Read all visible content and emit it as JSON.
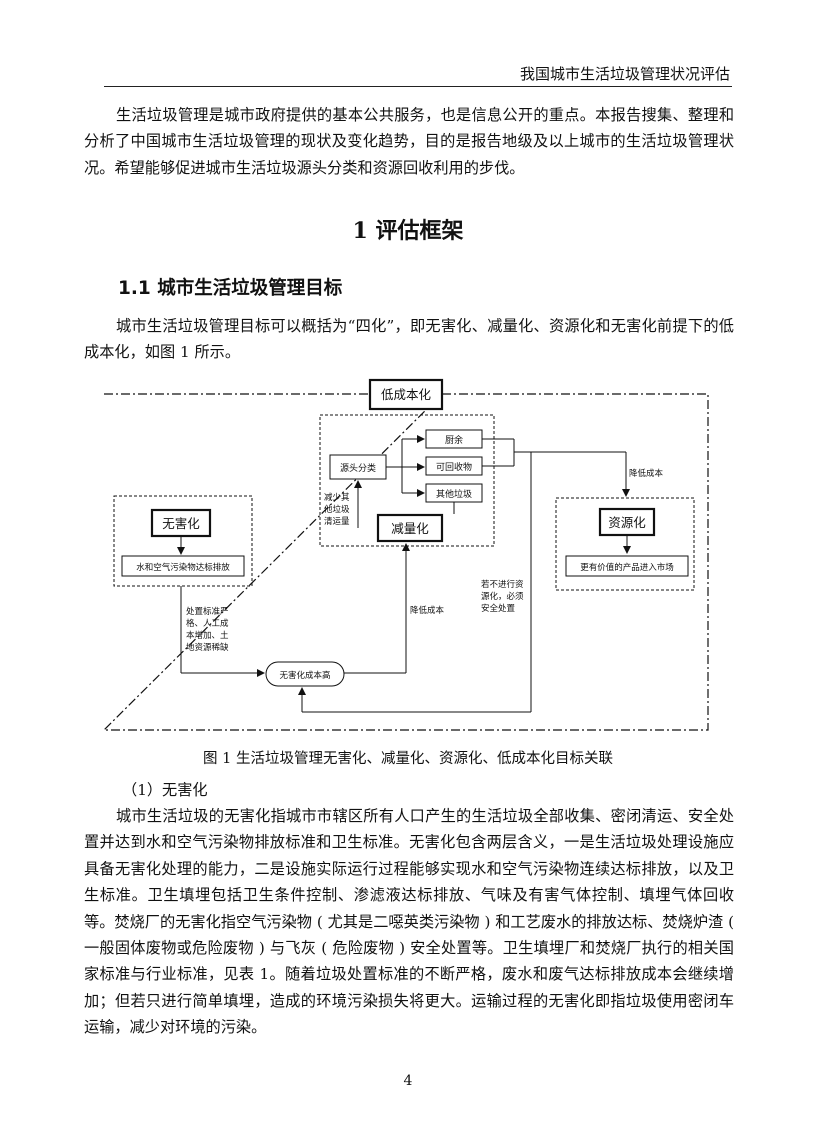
{
  "header": {
    "title": "我国城市生活垃圾管理状况评估"
  },
  "intro": "生活垃圾管理是城市政府提供的基本公共服务，也是信息公开的重点。本报告搜集、整理和分析了中国城市生活垃圾管理的现状及变化趋势，目的是报告地级及以上城市的生活垃圾管理状况。希望能够促进城市生活垃圾源头分类和资源回收利用的步伐。",
  "section_title": "1 评估框架",
  "subsection_title": "1.1 城市生活垃圾管理目标",
  "para1": "城市生活垃圾管理目标可以概括为“四化”，即无害化、减量化、资源化和无害化前提下的低成本化，如图 1 所示。",
  "figure": {
    "low_cost": "低成本化",
    "source_sort": "源头分类",
    "kitchen": "厨余",
    "recyclable": "可回收物",
    "other": "其他垃圾",
    "reduce_other": [
      "减少其",
      "他垃圾",
      "清运量"
    ],
    "reduction": "减量化",
    "harmless": "无害化",
    "emission": "水和空气污染物达标排放",
    "resource": "资源化",
    "valuable": "更有价值的产品进入市场",
    "lower_cost_top": "降低成本",
    "lower_cost_mid": "降低成本",
    "if_not": [
      "若不进行资",
      "源化，必须",
      "安全处置"
    ],
    "strict": [
      "处置标准严",
      "格、人工成",
      "本增加、土",
      "地资源稀缺"
    ],
    "high_cost": "无害化成本高"
  },
  "caption": "图 1 生活垃圾管理无害化、减量化、资源化、低成本化目标关联",
  "subhead": "（1）无害化",
  "para2": "城市生活垃圾的无害化指城市市辖区所有人口产生的生活垃圾全部收集、密闭清运、安全处置并达到水和空气污染物排放标准和卫生标准。无害化包含两层含义，一是生活垃圾处理设施应具备无害化处理的能力，二是设施实际运行过程能够实现水和空气污染物连续达标排放，以及卫生标准。卫生填埋包括卫生条件控制、渗滤液达标排放、气味及有害气体控制、填埋气体回收等。焚烧厂的无害化指空气污染物 ( 尤其是二噁英类污染物 ) 和工艺废水的排放达标、焚烧炉渣 ( 一般固体废物或危险废物 ) 与飞灰 ( 危险废物 ) 安全处置等。卫生填埋厂和焚烧厂执行的相关国家标准与行业标准，见表 1。随着垃圾处置标准的不断严格，废水和废气达标排放成本会继续增加；但若只进行简单填埋，造成的环境污染损失将更大。运输过程的无害化即指垃圾使用密闭车运输，减少对环境的污染。",
  "page_number": "4"
}
